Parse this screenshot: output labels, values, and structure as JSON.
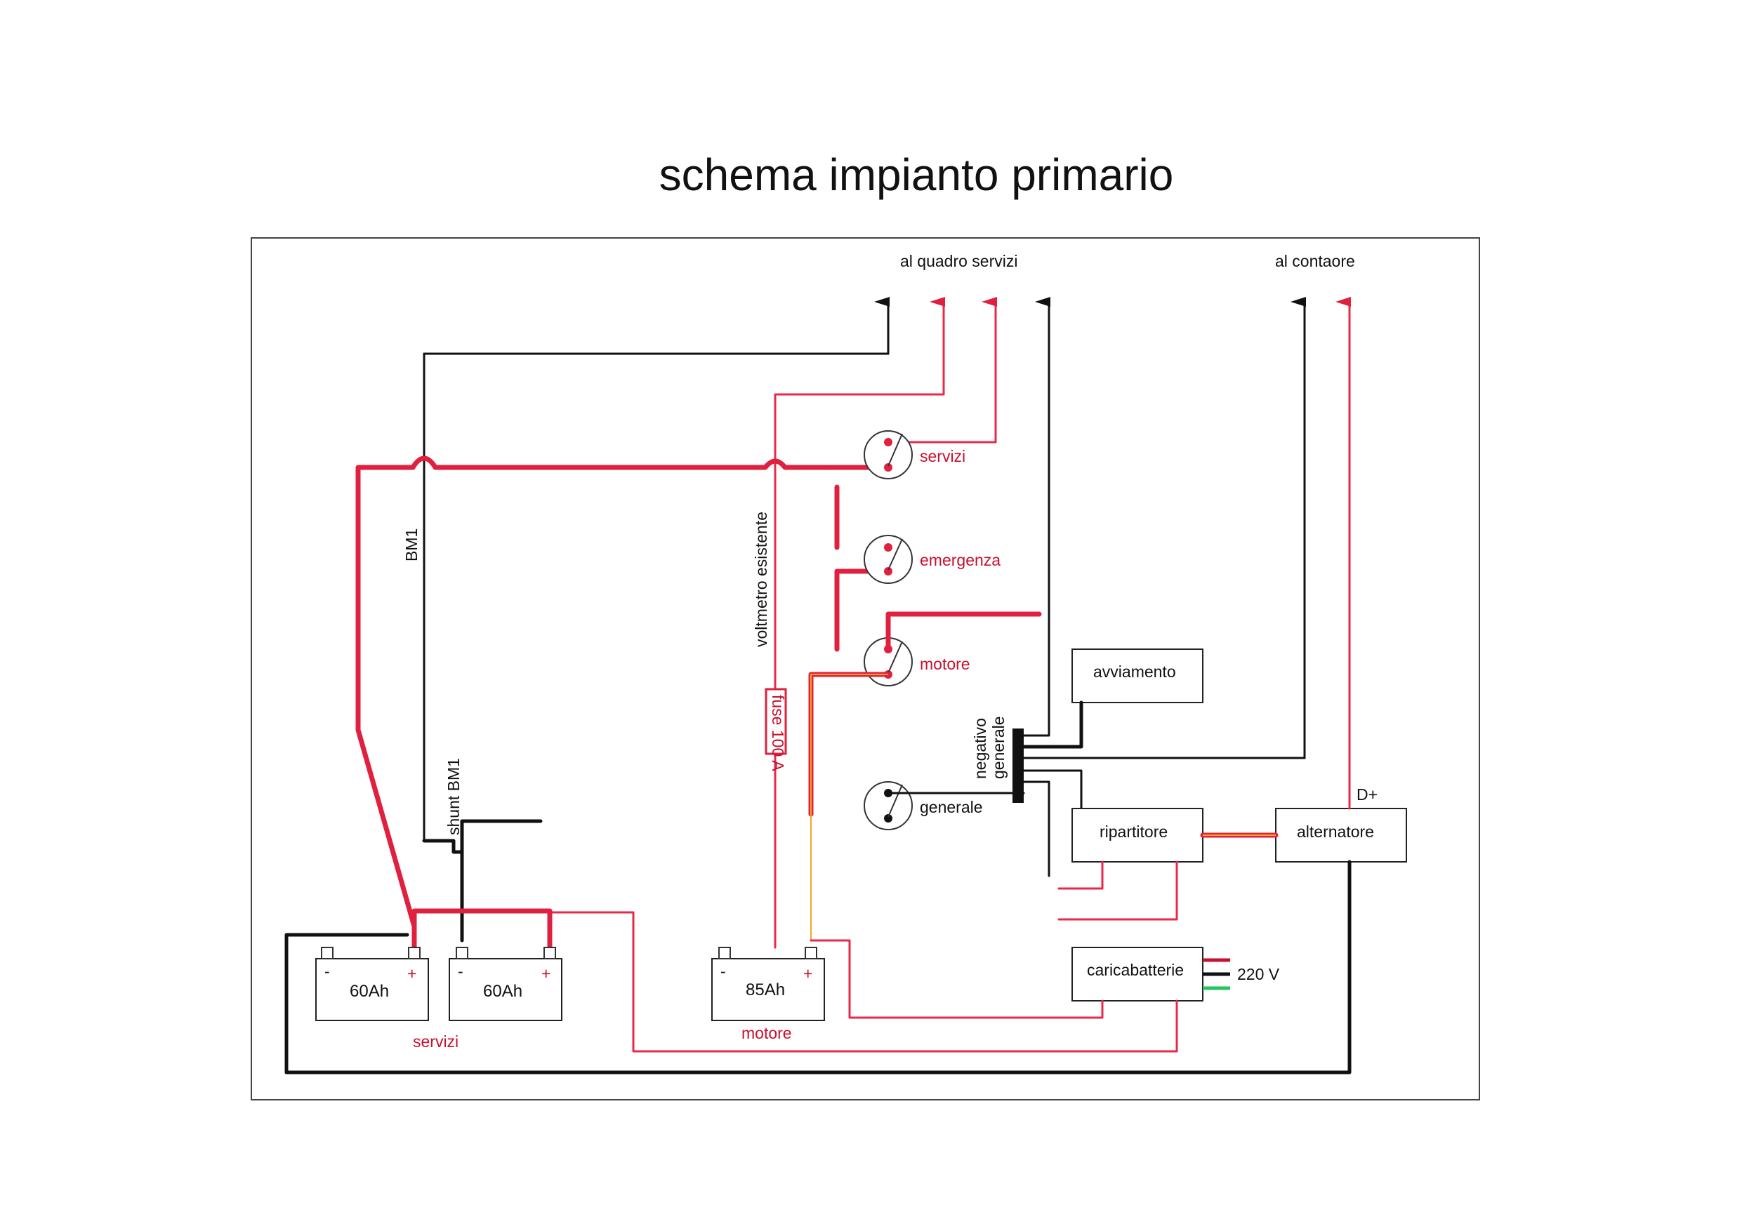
{
  "title": "schema impianto primario",
  "labels": {
    "al_quadro_servizi": "al quadro servizi",
    "al_contaore": "al contaore",
    "bm1": "BM1",
    "shunt_bm1": "shunt BM1",
    "voltmetro": "voltmetro esistente",
    "fuse": "fuse 100 A",
    "negativo_generale_1": "negativo",
    "negativo_generale_2": "generale",
    "d_plus": "D+",
    "volt_220": "220 V",
    "group_servizi": "servizi",
    "group_motore": "motore"
  },
  "switches": {
    "servizi": "servizi",
    "emergenza": "emergenza",
    "motore": "motore",
    "generale": "generale"
  },
  "boxes": {
    "avviamento": "avviamento",
    "ripartitore": "ripartitore",
    "alternatore": "alternatore",
    "caricabatterie": "caricabatterie"
  },
  "batteries": [
    {
      "capacity": "60Ah",
      "neg": "-",
      "pos": "+"
    },
    {
      "capacity": "60Ah",
      "neg": "-",
      "pos": "+"
    },
    {
      "capacity": "85Ah",
      "neg": "-",
      "pos": "+"
    }
  ],
  "colors": {
    "positive_wire": "#e8294a",
    "negative_wire": "#111111",
    "ground_wire": "#22c55e",
    "charge_wire": "#f5a623"
  }
}
